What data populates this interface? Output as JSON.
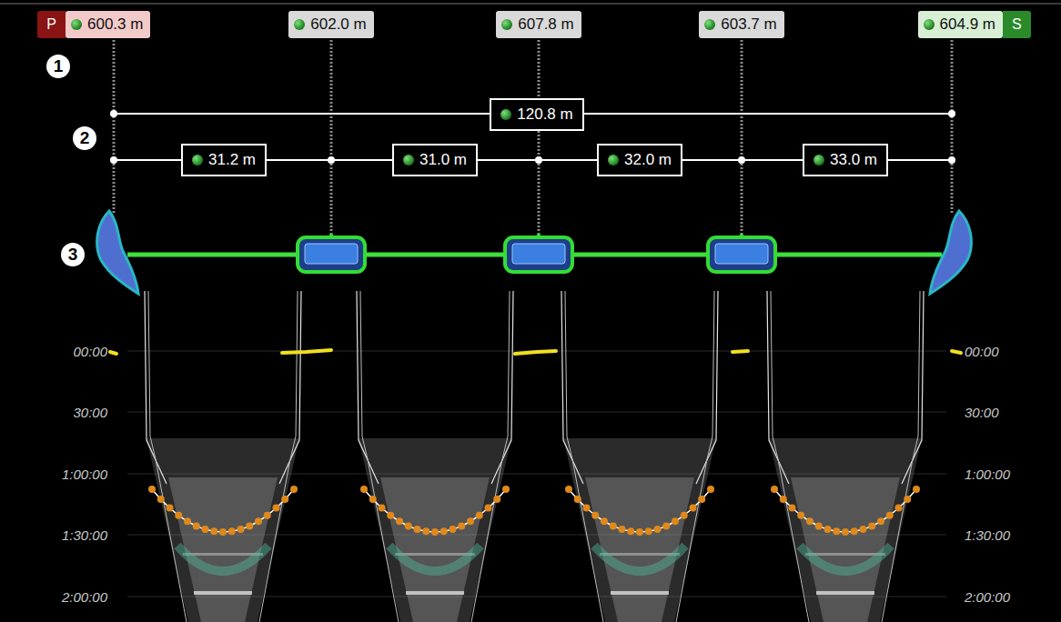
{
  "diagram": {
    "nodes": [
      {
        "text": [
          "P"
        ]
      },
      {
        "text": [
          "600.3 m"
        ]
      },
      {
        "text": [
          "602.0 m"
        ]
      },
      {
        "text": [
          "607.8 m"
        ]
      },
      {
        "text": [
          "603.7 m"
        ]
      },
      {
        "text": [
          "604.9 m"
        ]
      },
      {
        "text": [
          "S"
        ]
      },
      {
        "text": [
          "1"
        ]
      },
      {
        "text": [
          "120.8 m"
        ]
      },
      {
        "text": [
          "2"
        ]
      },
      {
        "text": [
          "31.2 m"
        ]
      },
      {
        "text": [
          "31.0 m"
        ]
      },
      {
        "text": [
          "32.0 m"
        ]
      },
      {
        "text": [
          "33.0 m"
        ]
      },
      {
        "text": [
          "3"
        ]
      }
    ],
    "labels": [
      "00:00",
      "00:00",
      "30:00",
      "30:00",
      "1:00:00",
      "1:00:00",
      "1:30:00",
      "1:30:00",
      "2:00:00",
      "2:00:00"
    ]
  }
}
